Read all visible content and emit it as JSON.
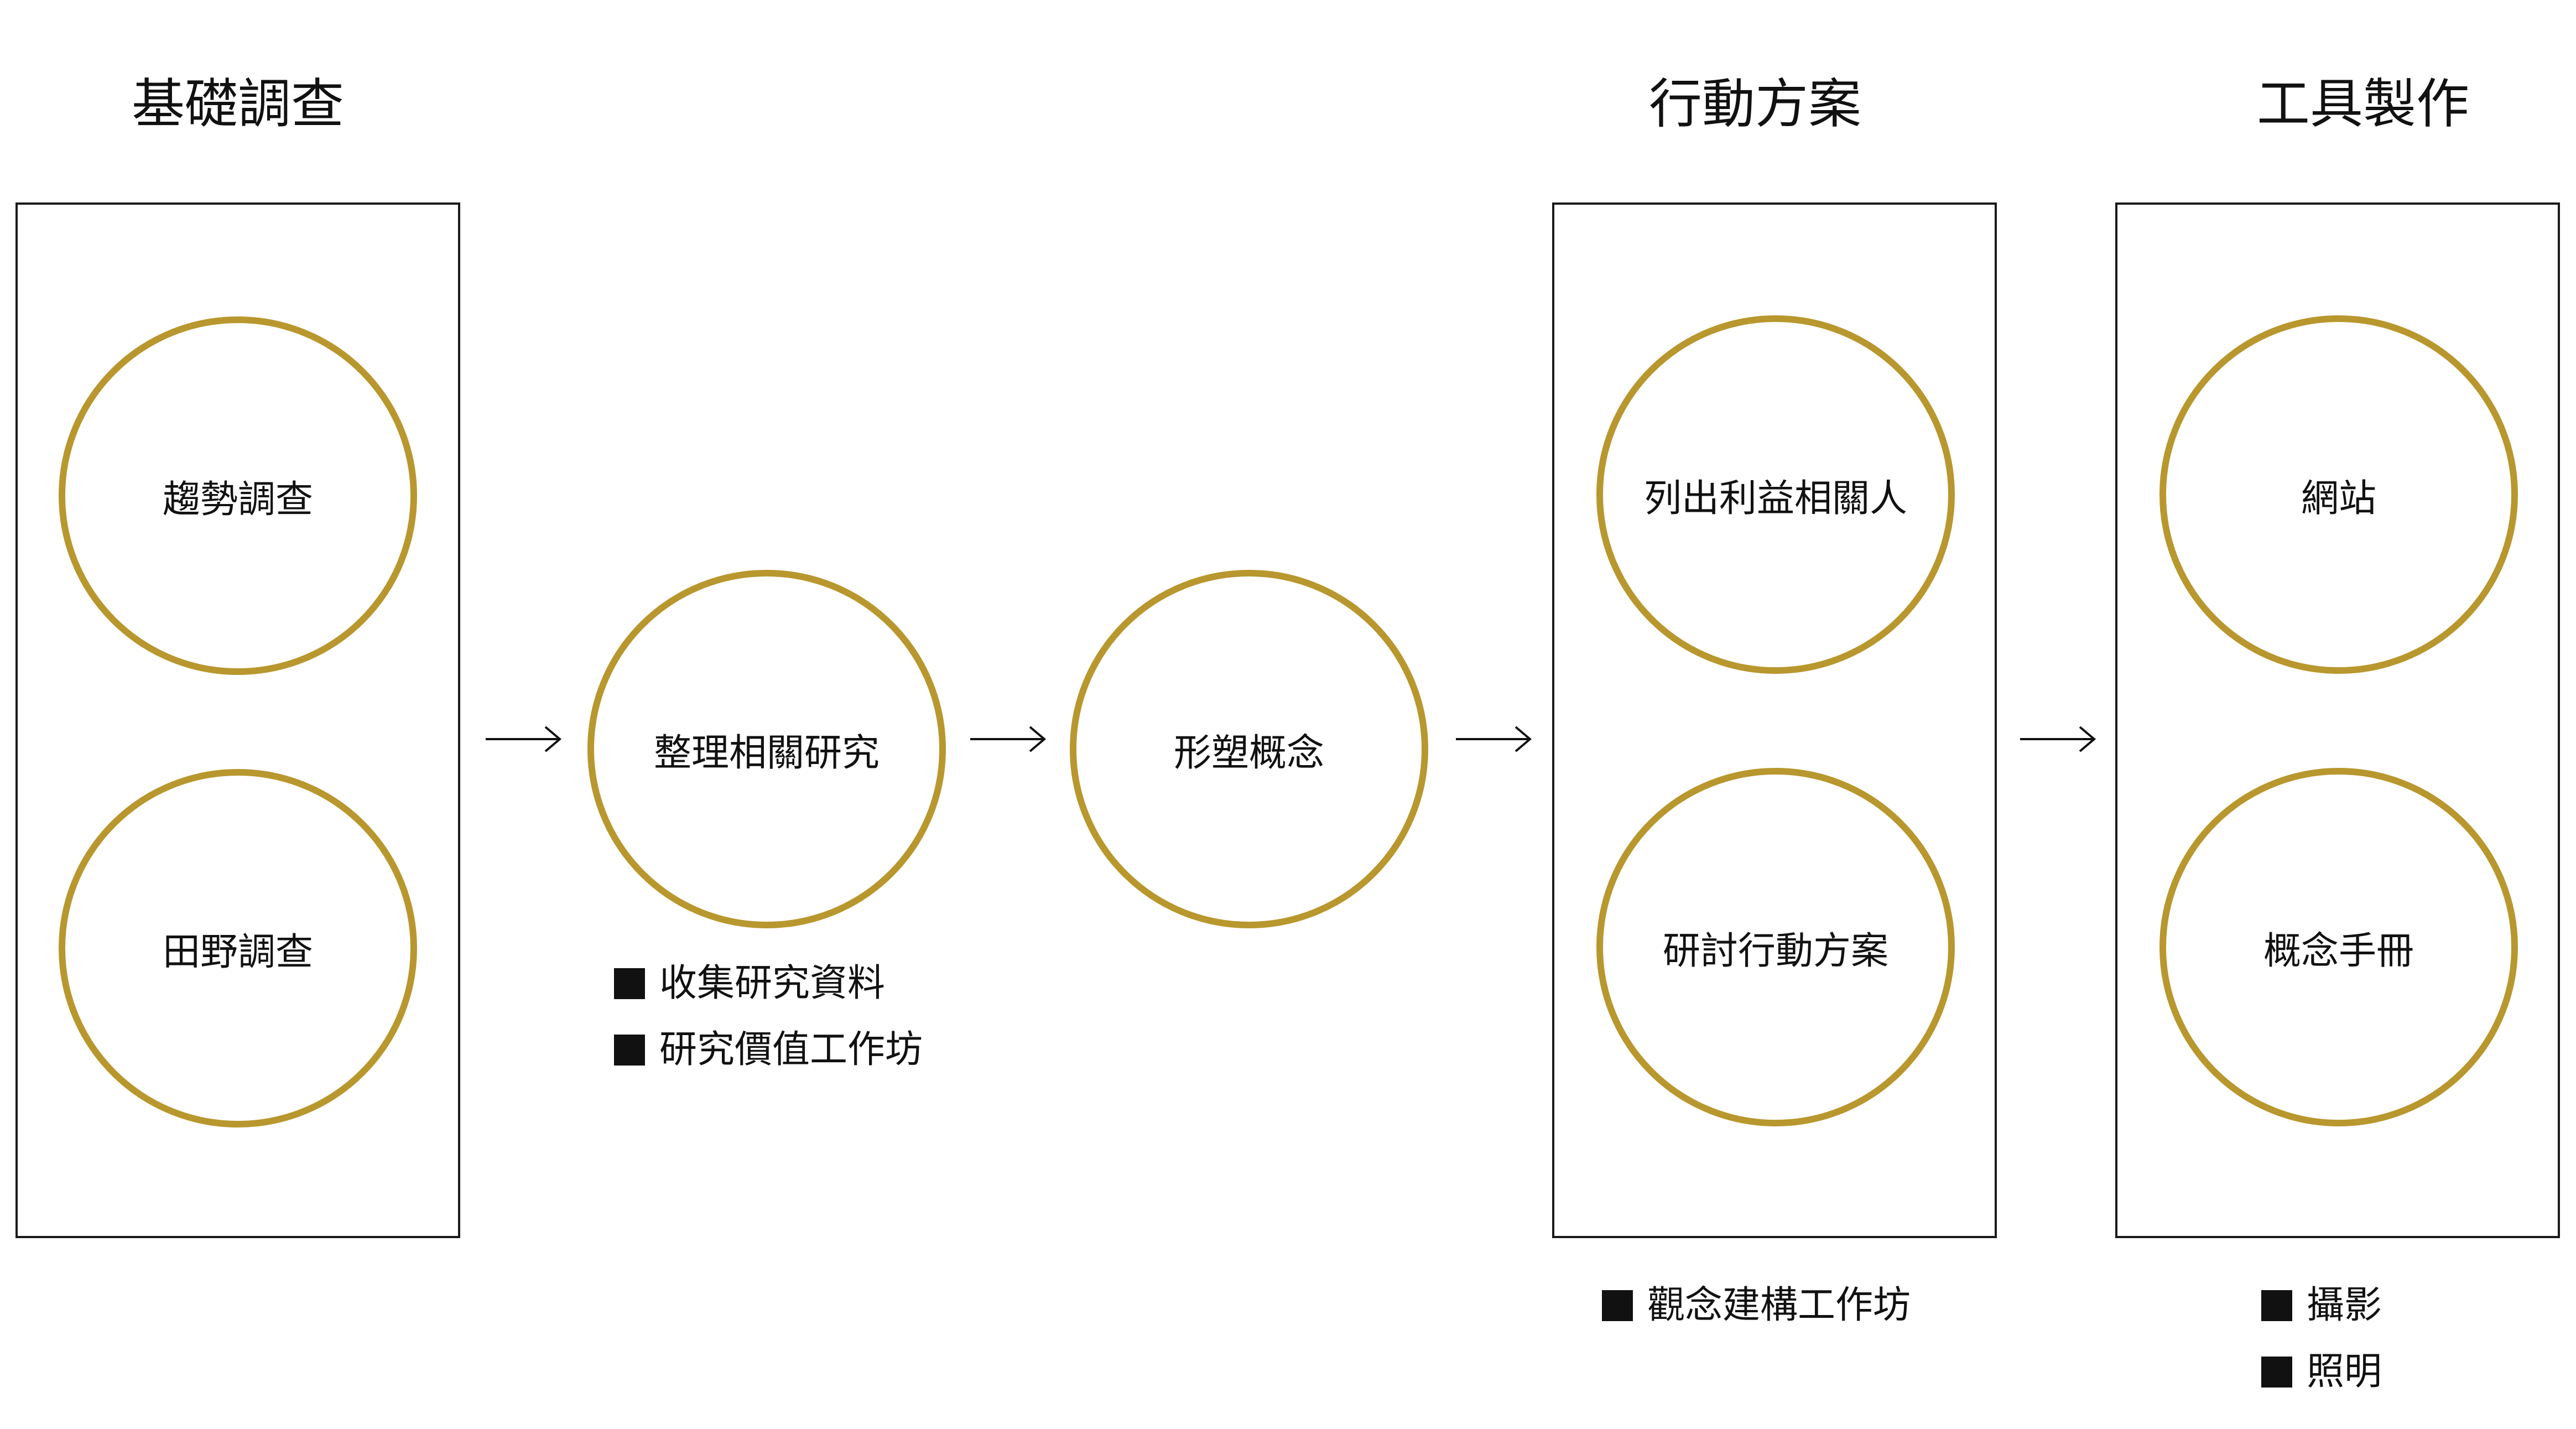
{
  "sections": {
    "research": "基礎調查",
    "action": "行動方案",
    "tools": "工具製作"
  },
  "nodes": {
    "trend": "趨勢調查",
    "field": "田野調查",
    "organize": "整理相關研究",
    "concept": "形塑概念",
    "stakeholders": "列出利益相關人",
    "discuss": "研討行動方案",
    "website": "網站",
    "handbook": "概念手冊"
  },
  "notes": {
    "organize": [
      "收集研究資料",
      "研究價值工作坊"
    ],
    "action": [
      "觀念建構工作坊"
    ],
    "tools": [
      "攝影",
      "照明"
    ]
  },
  "colors": {
    "circle_stroke": "#b8972e",
    "panel_border": "#1a1a1a"
  },
  "icons": {
    "arrow": "right-arrow-icon",
    "bullet": "black-square-icon"
  }
}
